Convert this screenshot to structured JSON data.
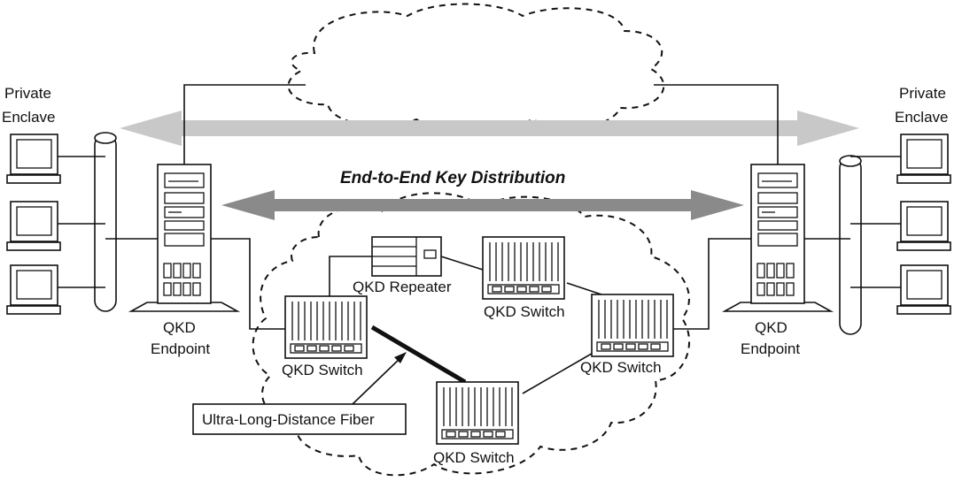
{
  "labels": {
    "left_enclave_line1": "Private",
    "left_enclave_line2": "Enclave",
    "right_enclave_line1": "Private",
    "right_enclave_line2": "Enclave",
    "title": "End-to-End Key Distribution",
    "left_endpoint_line1": "QKD",
    "left_endpoint_line2": "Endpoint",
    "right_endpoint_line1": "QKD",
    "right_endpoint_line2": "Endpoint",
    "repeater": "QKD Repeater",
    "switch_top": "QKD Switch",
    "switch_left": "QKD Switch",
    "switch_right": "QKD Switch",
    "switch_bottom": "QKD Switch",
    "fiber": "Ultra-Long-Distance Fiber"
  },
  "colors": {
    "top_arrow": "#c8c8c8",
    "key_arrow": "#8a8a8a",
    "line": "#111111"
  },
  "icons": {
    "workstation": "desktop-computer-icon",
    "endpoint": "server-tower-icon",
    "switch": "network-switch-icon",
    "repeater": "repeater-icon",
    "bus": "network-bus-icon"
  }
}
